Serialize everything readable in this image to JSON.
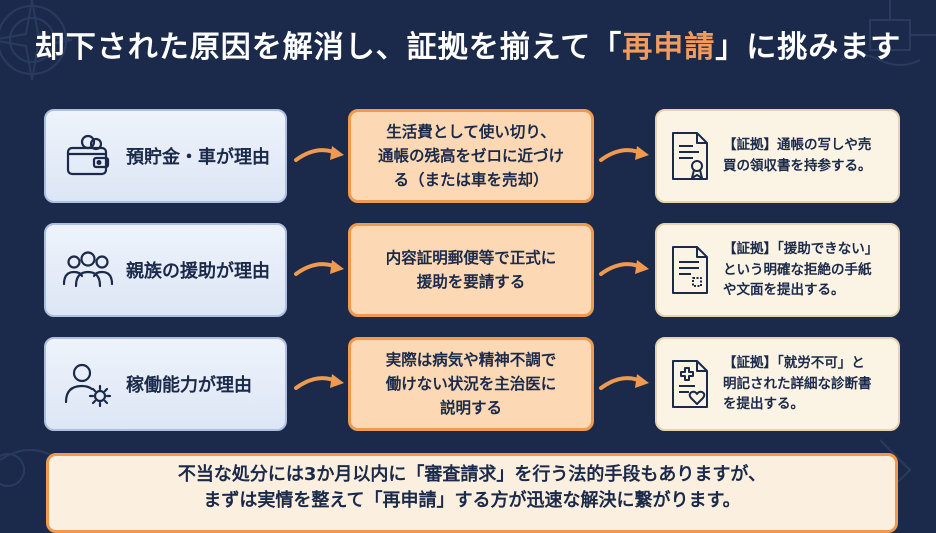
{
  "title": {
    "before": "却下された原因を解消し、証拠を揃えて「",
    "accent": "再申請",
    "after": "」に挑みます"
  },
  "colors": {
    "background": "#1b2a4a",
    "accent": "#f29b5c",
    "action_fill": "#fcd9b4",
    "action_border": "#ef9a4f",
    "reason_fill": "#e6edf8",
    "evidence_fill": "#fbf3e4"
  },
  "rows": [
    {
      "reason": {
        "icon": "wallet-icon",
        "label": "預貯金・車が理由"
      },
      "action": {
        "lines": [
          "生活費として使い切り、",
          "通帳の残高をゼロに近づけ",
          "る（または車を売却）"
        ]
      },
      "evidence": {
        "icon": "certificate-document-icon",
        "lines": [
          "【証拠】通帳の写しや売",
          "買の領収書を持参する。"
        ]
      }
    },
    {
      "reason": {
        "icon": "family-people-icon",
        "label": "親族の援助が理由"
      },
      "action": {
        "lines": [
          "内容証明郵便等で正式に",
          "援助を要請する"
        ]
      },
      "evidence": {
        "icon": "letter-document-icon",
        "lines": [
          "【証拠】「援助できない」",
          "という明確な拒絶の手紙",
          "や文面を提出する。"
        ]
      }
    },
    {
      "reason": {
        "icon": "person-gear-icon",
        "label": "稼働能力が理由"
      },
      "action": {
        "lines": [
          "実際は病気や精神不調で",
          "働けない状況を主治医に",
          "説明する"
        ]
      },
      "evidence": {
        "icon": "medical-certificate-icon",
        "lines": [
          "【証拠】「就労不可」と",
          "明記された詳細な診断書",
          "を提出する。"
        ]
      }
    }
  ],
  "footer": {
    "lines": [
      "不当な処分には3か月以内に「審査請求」を行う法的手段もありますが、",
      "まずは実情を整えて「再申請」する方が迅速な解決に繋がります。"
    ]
  }
}
